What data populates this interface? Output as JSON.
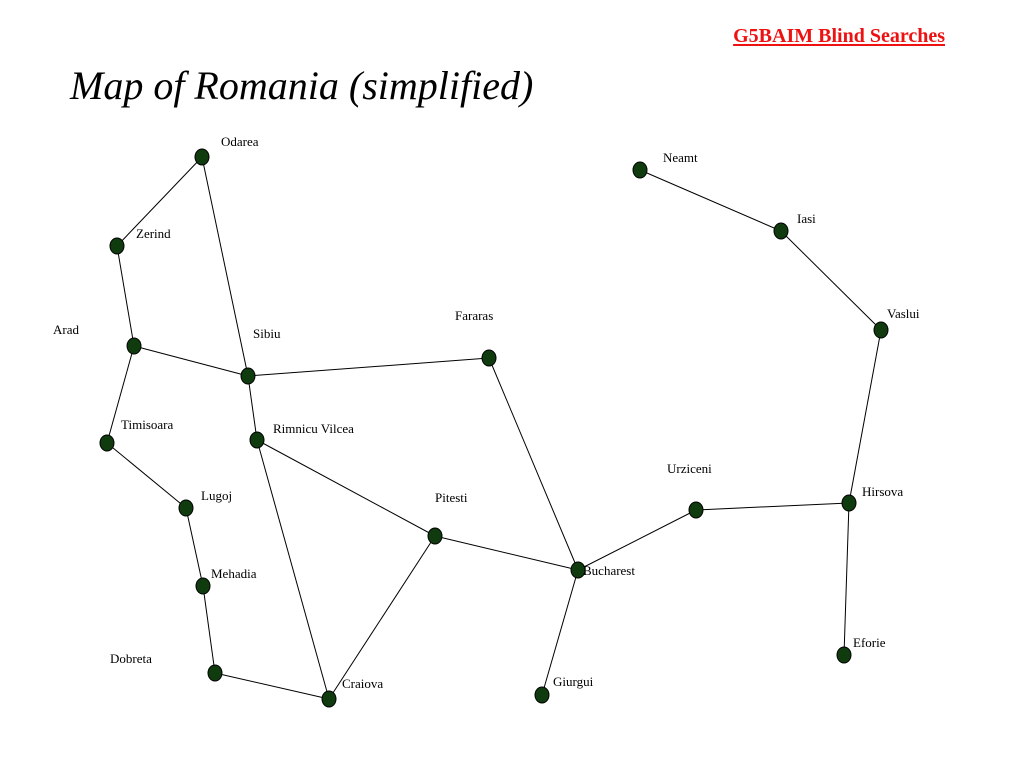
{
  "header": {
    "brand": "G5BAIM Blind Searches",
    "brand_color": "#ee1111",
    "title": "Map of Romania (simplified)"
  },
  "map": {
    "node_color": "#0f3b0f",
    "cities": [
      {
        "id": "odarea",
        "name": "Odarea"
      },
      {
        "id": "zerind",
        "name": "Zerind"
      },
      {
        "id": "arad",
        "name": "Arad"
      },
      {
        "id": "sibiu",
        "name": "Sibiu"
      },
      {
        "id": "fararas",
        "name": "Fararas"
      },
      {
        "id": "timisoara",
        "name": "Timisoara"
      },
      {
        "id": "rimnicu-vilcea",
        "name": "Rimnicu Vilcea"
      },
      {
        "id": "lugoj",
        "name": "Lugoj"
      },
      {
        "id": "mehadia",
        "name": "Mehadia"
      },
      {
        "id": "dobreta",
        "name": "Dobreta"
      },
      {
        "id": "craiova",
        "name": "Craiova"
      },
      {
        "id": "pitesti",
        "name": "Pitesti"
      },
      {
        "id": "bucharest",
        "name": "Bucharest"
      },
      {
        "id": "giurgui",
        "name": "Giurgui"
      },
      {
        "id": "urziceni",
        "name": "Urziceni"
      },
      {
        "id": "hirsova",
        "name": "Hirsova"
      },
      {
        "id": "eforie",
        "name": "Eforie"
      },
      {
        "id": "vaslui",
        "name": "Vaslui"
      },
      {
        "id": "iasi",
        "name": "Iasi"
      },
      {
        "id": "neamt",
        "name": "Neamt"
      }
    ],
    "roads": [
      [
        "odarea",
        "zerind"
      ],
      [
        "odarea",
        "sibiu"
      ],
      [
        "zerind",
        "arad"
      ],
      [
        "arad",
        "sibiu"
      ],
      [
        "arad",
        "timisoara"
      ],
      [
        "sibiu",
        "fararas"
      ],
      [
        "sibiu",
        "rimnicu-vilcea"
      ],
      [
        "timisoara",
        "lugoj"
      ],
      [
        "lugoj",
        "mehadia"
      ],
      [
        "mehadia",
        "dobreta"
      ],
      [
        "dobreta",
        "craiova"
      ],
      [
        "rimnicu-vilcea",
        "craiova"
      ],
      [
        "rimnicu-vilcea",
        "pitesti"
      ],
      [
        "craiova",
        "pitesti"
      ],
      [
        "pitesti",
        "bucharest"
      ],
      [
        "fararas",
        "bucharest"
      ],
      [
        "bucharest",
        "giurgui"
      ],
      [
        "bucharest",
        "urziceni"
      ],
      [
        "urziceni",
        "hirsova"
      ],
      [
        "hirsova",
        "eforie"
      ],
      [
        "hirsova",
        "vaslui"
      ],
      [
        "vaslui",
        "iasi"
      ],
      [
        "iasi",
        "neamt"
      ]
    ]
  }
}
